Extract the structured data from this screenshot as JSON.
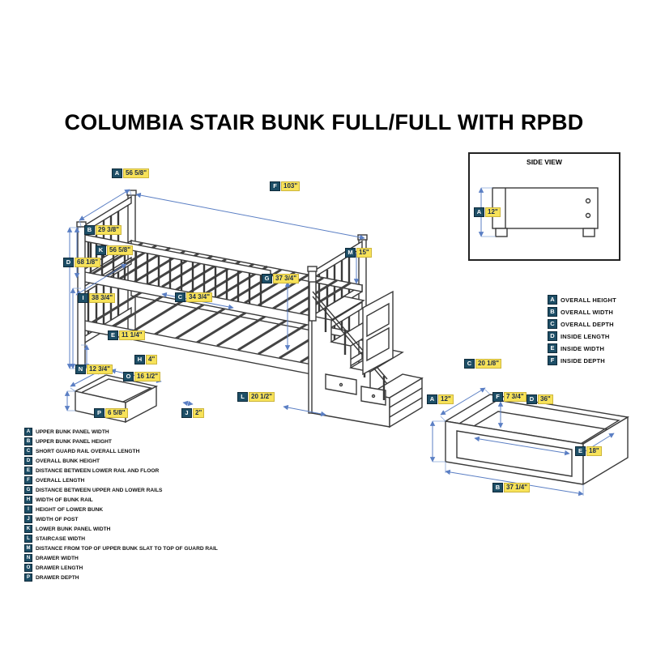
{
  "title": "COLUMBIA STAIR BUNK FULL/FULL WITH RPBD",
  "colors": {
    "letter_box": "#1d4e66",
    "value_highlight": "#f7e259",
    "dimension_line": "#5b7fc4",
    "drawing_line": "#3a3a3a"
  },
  "main_drawing": {
    "labels": [
      {
        "letter": "A",
        "value": "56 5/8\""
      },
      {
        "letter": "F",
        "value": "103\""
      },
      {
        "letter": "B",
        "value": "29 3/8\""
      },
      {
        "letter": "K",
        "value": "56 5/8\""
      },
      {
        "letter": "D",
        "value": "68 1/8\""
      },
      {
        "letter": "I",
        "value": "38 3/4\""
      },
      {
        "letter": "E",
        "value": "11 1/4\""
      },
      {
        "letter": "H",
        "value": "4\""
      },
      {
        "letter": "C",
        "value": "34 3/4\""
      },
      {
        "letter": "G",
        "value": "37 3/4\""
      },
      {
        "letter": "M",
        "value": "15\""
      },
      {
        "letter": "L",
        "value": "20 1/2\""
      },
      {
        "letter": "J",
        "value": "2\""
      }
    ]
  },
  "side_view": {
    "title": "SIDE VIEW",
    "labels": [
      {
        "letter": "A",
        "value": "12\""
      }
    ]
  },
  "dimension_key": {
    "items": [
      {
        "letter": "A",
        "label": "OVERALL HEIGHT"
      },
      {
        "letter": "B",
        "label": "OVERALL WIDTH"
      },
      {
        "letter": "C",
        "label": "OVERALL DEPTH"
      },
      {
        "letter": "D",
        "label": "INSIDE LENGTH"
      },
      {
        "letter": "E",
        "label": "INSIDE WIDTH"
      },
      {
        "letter": "F",
        "label": "INSIDE DEPTH"
      }
    ]
  },
  "stair_drawer": {
    "labels": [
      {
        "letter": "N",
        "value": "12 3/4\""
      },
      {
        "letter": "O",
        "value": "16 1/2\""
      },
      {
        "letter": "P",
        "value": "6 5/8\""
      }
    ]
  },
  "bed_drawer": {
    "labels": [
      {
        "letter": "C",
        "value": "20 1/8\""
      },
      {
        "letter": "A",
        "value": "12\""
      },
      {
        "letter": "F",
        "value": "7 3/4\""
      },
      {
        "letter": "D",
        "value": "36\""
      },
      {
        "letter": "E",
        "value": "18\""
      },
      {
        "letter": "B",
        "value": "37 1/4\""
      }
    ]
  },
  "parts_key": {
    "items": [
      {
        "letter": "A",
        "label": "UPPER BUNK PANEL WIDTH"
      },
      {
        "letter": "B",
        "label": "UPPER BUNK PANEL HEIGHT"
      },
      {
        "letter": "C",
        "label": "SHORT GUARD RAIL OVERALL LENGTH"
      },
      {
        "letter": "D",
        "label": "OVERALL BUNK HEIGHT"
      },
      {
        "letter": "E",
        "label": "DISTANCE BETWEEN LOWER RAIL AND FLOOR"
      },
      {
        "letter": "F",
        "label": "OVERALL LENGTH"
      },
      {
        "letter": "G",
        "label": "DISTANCE BETWEEN UPPER AND LOWER RAILS"
      },
      {
        "letter": "H",
        "label": "WIDTH OF BUNK RAIL"
      },
      {
        "letter": "I",
        "label": "HEIGHT OF LOWER BUNK"
      },
      {
        "letter": "J",
        "label": "WIDTH OF POST"
      },
      {
        "letter": "K",
        "label": "LOWER BUNK PANEL WIDTH"
      },
      {
        "letter": "L",
        "label": "STAIRCASE WIDTH"
      },
      {
        "letter": "M",
        "label": "DISTANCE FROM TOP OF UPPER BUNK SLAT TO TOP OF GUARD RAIL"
      },
      {
        "letter": "N",
        "label": "DRAWER WIDTH"
      },
      {
        "letter": "O",
        "label": "DRAWER LENGTH"
      },
      {
        "letter": "P",
        "label": "DRAWER DEPTH"
      }
    ]
  }
}
